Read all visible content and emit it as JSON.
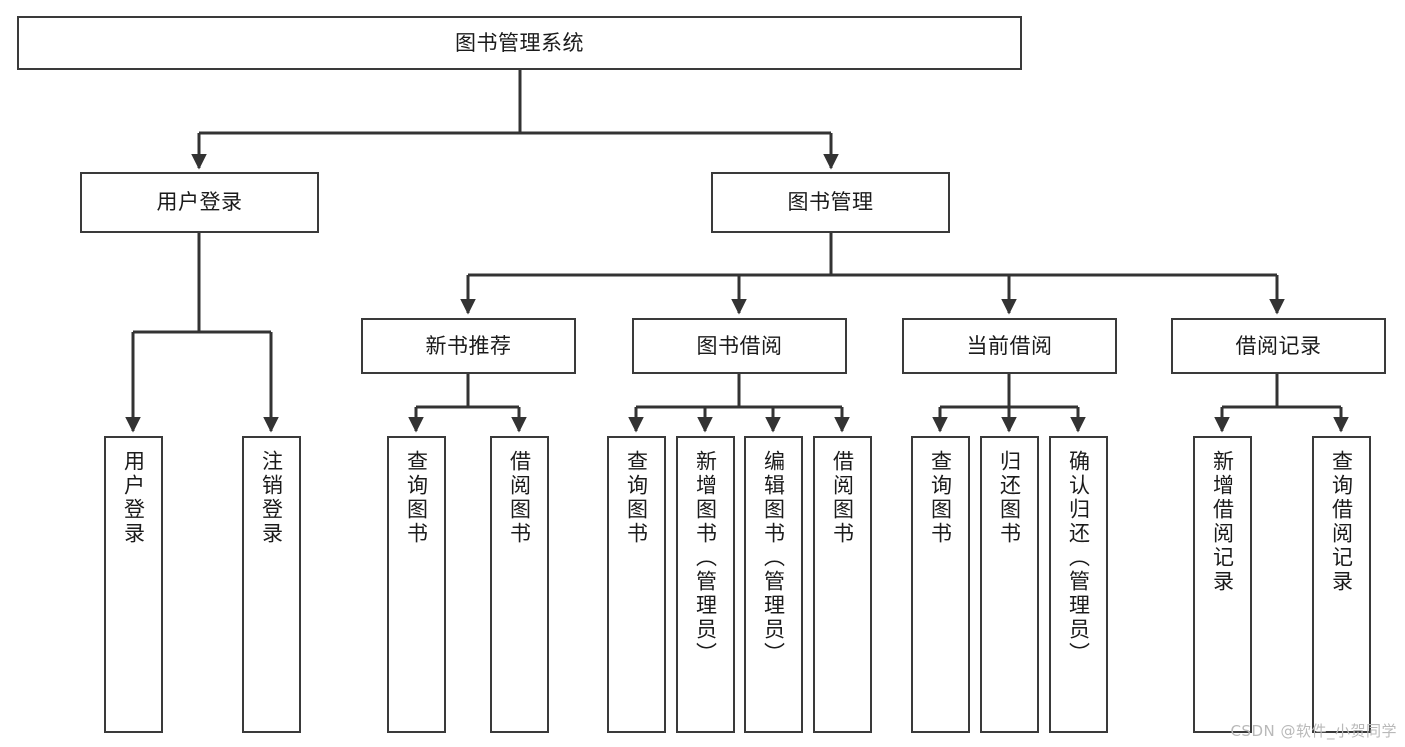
{
  "diagram": {
    "title": "图书管理系统",
    "watermark": "CSDN @软件_小贺同学",
    "colors": {
      "background": "#ffffff",
      "node_border": "#3a3a3a",
      "node_fill": "#ffffff",
      "edge": "#333333",
      "text": "#1b1b1b",
      "watermark": "#b9b9b9"
    },
    "root": {
      "label": "图书管理系统"
    },
    "level2": [
      {
        "label": "用户登录"
      },
      {
        "label": "图书管理"
      }
    ],
    "level3": [
      {
        "label": "新书推荐"
      },
      {
        "label": "图书借阅"
      },
      {
        "label": "当前借阅"
      },
      {
        "label": "借阅记录"
      }
    ],
    "leaves": {
      "user_login": [
        {
          "label": "用户登录"
        },
        {
          "label": "注销登录"
        }
      ],
      "new_book_recommend": [
        {
          "label": "查询图书"
        },
        {
          "label": "借阅图书"
        }
      ],
      "book_borrow": [
        {
          "label": "查询图书"
        },
        {
          "label": "新增图书（管理员）"
        },
        {
          "label": "编辑图书（管理员）"
        },
        {
          "label": "借阅图书"
        }
      ],
      "current_borrow": [
        {
          "label": "查询图书"
        },
        {
          "label": "归还图书"
        },
        {
          "label": "确认归还（管理员）"
        }
      ],
      "borrow_records": [
        {
          "label": "新增借阅记录"
        },
        {
          "label": "查询借阅记录"
        }
      ]
    }
  }
}
